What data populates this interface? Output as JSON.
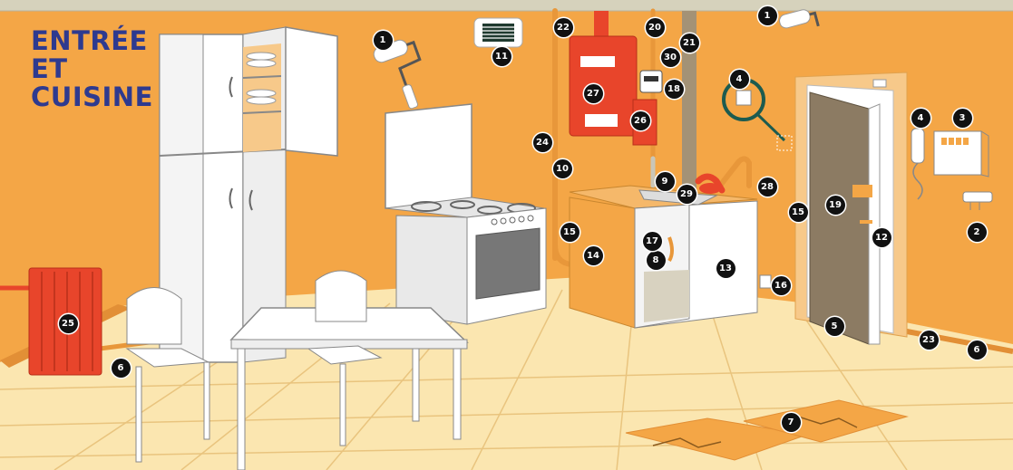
{
  "title_lines": [
    "ENTRÉE",
    "ET",
    "CUISINE"
  ],
  "colors": {
    "wall": "#f4a646",
    "wall_top": "#d6d2bc",
    "floor": "#fbe6b0",
    "floor_grid": "#e9c47e",
    "title": "#2e3a8f",
    "marker": "#111111",
    "appliance_red": "#e8452b",
    "door": "#8c7b63",
    "pipe": "#e8973a"
  },
  "markers": [
    {
      "label": "1",
      "icon": "paint-roller-icon"
    },
    {
      "label": "1",
      "icon": "paint-roller-icon"
    },
    {
      "label": "2",
      "icon": "power-strip-icon"
    },
    {
      "label": "3",
      "icon": "electrical-panel-icon"
    },
    {
      "label": "4",
      "icon": "intercom-icon"
    },
    {
      "label": "4",
      "icon": "smoke-detector-icon"
    },
    {
      "label": "5"
    },
    {
      "label": "6"
    },
    {
      "label": "6"
    },
    {
      "label": "7"
    },
    {
      "label": "8"
    },
    {
      "label": "9"
    },
    {
      "label": "10"
    },
    {
      "label": "11",
      "icon": "vent-grille-icon"
    },
    {
      "label": "12"
    },
    {
      "label": "13"
    },
    {
      "label": "14"
    },
    {
      "label": "15"
    },
    {
      "label": "15"
    },
    {
      "label": "16",
      "icon": "socket-icon"
    },
    {
      "label": "17"
    },
    {
      "label": "18",
      "icon": "meter-icon"
    },
    {
      "label": "19"
    },
    {
      "label": "20"
    },
    {
      "label": "21"
    },
    {
      "label": "22"
    },
    {
      "label": "23"
    },
    {
      "label": "24"
    },
    {
      "label": "25",
      "icon": "radiator-icon"
    },
    {
      "label": "26"
    },
    {
      "label": "27",
      "icon": "water-heater-icon"
    },
    {
      "label": "28"
    },
    {
      "label": "29",
      "icon": "faucet-icon"
    },
    {
      "label": "30"
    }
  ]
}
